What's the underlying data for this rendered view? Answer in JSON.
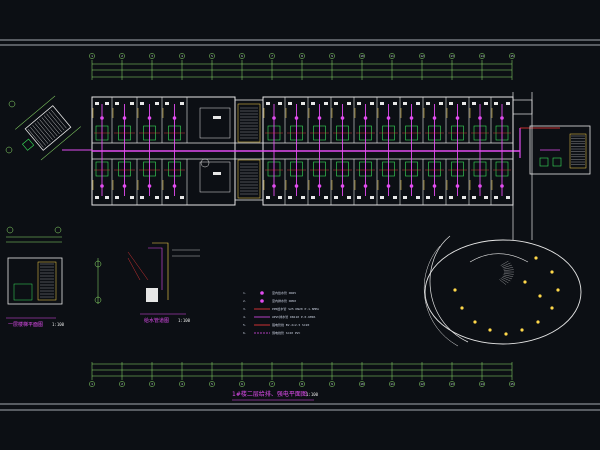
{
  "drawing": {
    "main_title": "1#楼二层给排、强电平面图",
    "main_scale": "1:100",
    "colors": {
      "background": "#0c0f14",
      "frame": "#d9dde6",
      "dim": "#8fe36b",
      "wall": "#e6e6e6",
      "pink": "#e14cf0",
      "red": "#ff3b3b",
      "green": "#39e35a",
      "yellow": "#ffd84a",
      "cyan": "#49d6ff"
    }
  },
  "details": {
    "stair_plan": {
      "title": "一层楼梯平面图",
      "scale": "1:100"
    },
    "hydrant_detail": {
      "title": "给水管道图",
      "scale": "1:100"
    }
  },
  "legend": {
    "rows": [
      {
        "no": "1.",
        "text": "室内给水管 DN25"
      },
      {
        "no": "2.",
        "text": "室内排水管 DN50"
      },
      {
        "no": "3.",
        "text": "PPR给水管 S25 DN20 P.1.6MPA"
      },
      {
        "no": "4.",
        "text": "UPVC排水管 DN110 P.0.6MPA"
      },
      {
        "no": "5.",
        "text": "强电管线 BV-2×2.5 SC20"
      },
      {
        "no": "6.",
        "text": "弱电线管 SC20 PVC"
      }
    ]
  },
  "grid_labels": [
    "1",
    "2",
    "3",
    "4",
    "5",
    "6",
    "7",
    "8",
    "9",
    "10",
    "11",
    "12",
    "13",
    "14",
    "15"
  ]
}
